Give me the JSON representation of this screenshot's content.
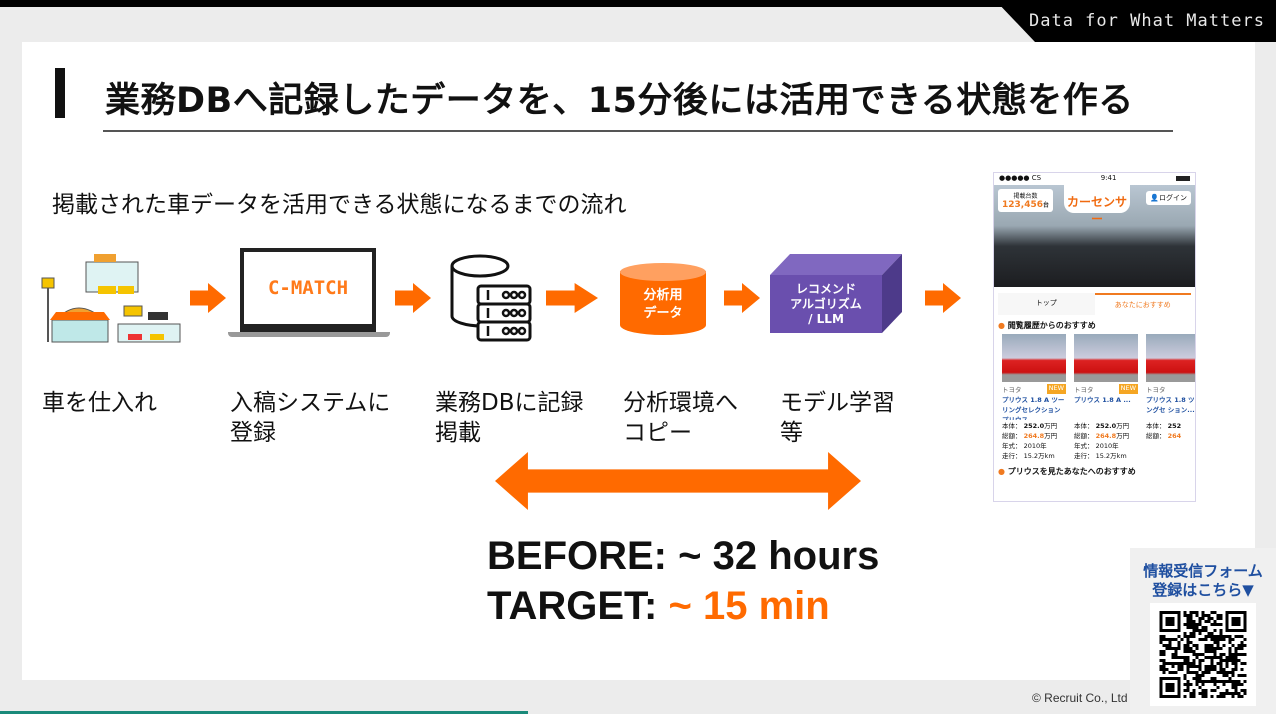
{
  "header": {
    "tagline": "Data for What Matters"
  },
  "title": "業務DBへ記録したデータを、15分後には活用できる状態を作る",
  "subtitle": "掲載された車データを活用できる状態になるまでの流れ",
  "flow": {
    "cmatch_logo": "C-MATCH",
    "cylinder_label": [
      "分析用",
      "データ"
    ],
    "box_label": [
      "レコメンド",
      "アルゴリズム",
      "/ LLM"
    ],
    "steps": [
      {
        "lines": [
          "車を仕入れ"
        ]
      },
      {
        "lines": [
          "入稿システムに",
          "登録"
        ]
      },
      {
        "lines": [
          "業務DBに記録",
          "掲載"
        ]
      },
      {
        "lines": [
          "分析環境へ",
          "コピー"
        ]
      },
      {
        "lines": [
          "モデル学習",
          "等"
        ]
      }
    ]
  },
  "before": {
    "label": "BEFORE:",
    "value": "~ 32 hours"
  },
  "target": {
    "label": "TARGET:",
    "value": "~ 15 min"
  },
  "colors": {
    "accent": "#ff6a00",
    "purple": "#6a4fae",
    "qr_text": "#1f4fa0"
  },
  "phone": {
    "status_time": "9:41",
    "carrier": "●●●●● CS",
    "count_label": "掲載台数",
    "count_value": "123,456",
    "count_unit": "台",
    "brand": "カーセンサー",
    "login": "ログイン",
    "tabs": [
      "トップ",
      "あなたにおすすめ"
    ],
    "section1": "閲覧履歴からのおすすめ",
    "section2": "プリウスを見たあなたへのおすすめ",
    "cars": [
      {
        "maker": "トヨタ",
        "badge": "NEW",
        "name": "プリウス 1.8 A ツーリングセレクションプリウス...",
        "price": "252.0",
        "total": "264.8",
        "year": "2010年",
        "mileage": "15.2万km"
      },
      {
        "maker": "トヨタ",
        "badge": "NEW",
        "name": "プリウス 1.8 A ...",
        "price": "252.0",
        "total": "264.8",
        "year": "2010年",
        "mileage": "15.2万km"
      },
      {
        "maker": "トヨタ",
        "badge": "",
        "name": "プリウス 1.8 ツーリングセ ション...",
        "price": "252",
        "total": "264",
        "year": "",
        "mileage": ""
      }
    ],
    "labels": {
      "price": "本体：",
      "total": "総額：",
      "year": "年式：",
      "mileage": "走行：",
      "unit": "万円"
    }
  },
  "qr": {
    "line1": "情報受信フォーム",
    "line2": "登録はこちら▼"
  },
  "footer": {
    "copyright": "© Recruit Co., Ltd"
  }
}
